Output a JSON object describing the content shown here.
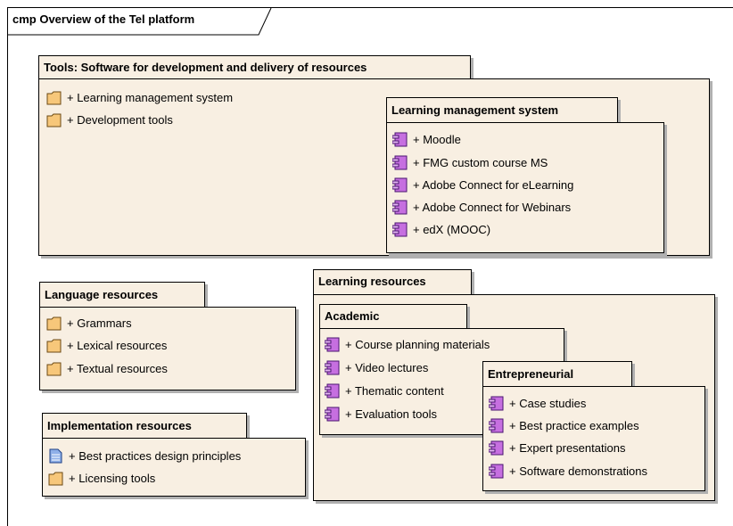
{
  "frame": {
    "title": "cmp Overview of the Tel platform"
  },
  "packages": {
    "tools": {
      "title": "Tools: Software for development and delivery of resources",
      "items": [
        {
          "icon": "folder-icon",
          "label": "+ Learning management system"
        },
        {
          "icon": "folder-icon",
          "label": "+ Development tools"
        }
      ]
    },
    "lms": {
      "title": "Learning management system",
      "items": [
        {
          "icon": "component-icon",
          "label": "+ Moodle"
        },
        {
          "icon": "component-icon",
          "label": "+ FMG custom course MS"
        },
        {
          "icon": "component-icon",
          "label": "+ Adobe Connect for eLearning"
        },
        {
          "icon": "component-icon",
          "label": "+ Adobe Connect for Webinars"
        },
        {
          "icon": "component-icon",
          "label": "+ edX (MOOC)"
        }
      ]
    },
    "language": {
      "title": "Language resources",
      "items": [
        {
          "icon": "folder-icon",
          "label": "+ Grammars"
        },
        {
          "icon": "folder-icon",
          "label": "+ Lexical resources"
        },
        {
          "icon": "folder-icon",
          "label": "+ Textual resources"
        }
      ]
    },
    "implementation": {
      "title": "Implementation resources",
      "items": [
        {
          "icon": "document-icon",
          "label": "+ Best practices design principles"
        },
        {
          "icon": "folder-icon",
          "label": "+ Licensing tools"
        }
      ]
    },
    "learning": {
      "title": "Learning resources"
    },
    "academic": {
      "title": "Academic",
      "items": [
        {
          "icon": "component-icon",
          "label": "+ Course planning materials"
        },
        {
          "icon": "component-icon",
          "label": "+ Video lectures"
        },
        {
          "icon": "component-icon",
          "label": "+ Thematic content"
        },
        {
          "icon": "component-icon",
          "label": "+ Evaluation tools"
        }
      ]
    },
    "entrepreneurial": {
      "title": "Entrepreneurial",
      "items": [
        {
          "icon": "component-icon",
          "label": "+ Case studies"
        },
        {
          "icon": "component-icon",
          "label": "+ Best practice examples"
        },
        {
          "icon": "component-icon",
          "label": "+ Expert presentations"
        },
        {
          "icon": "component-icon",
          "label": "+ Software demonstrations"
        }
      ]
    }
  },
  "colors": {
    "package_fill": "#f8efe2",
    "folder_fill": "#f7c77a",
    "component_fill": "#c66fe0",
    "document_fill": "#8fb0e8"
  }
}
